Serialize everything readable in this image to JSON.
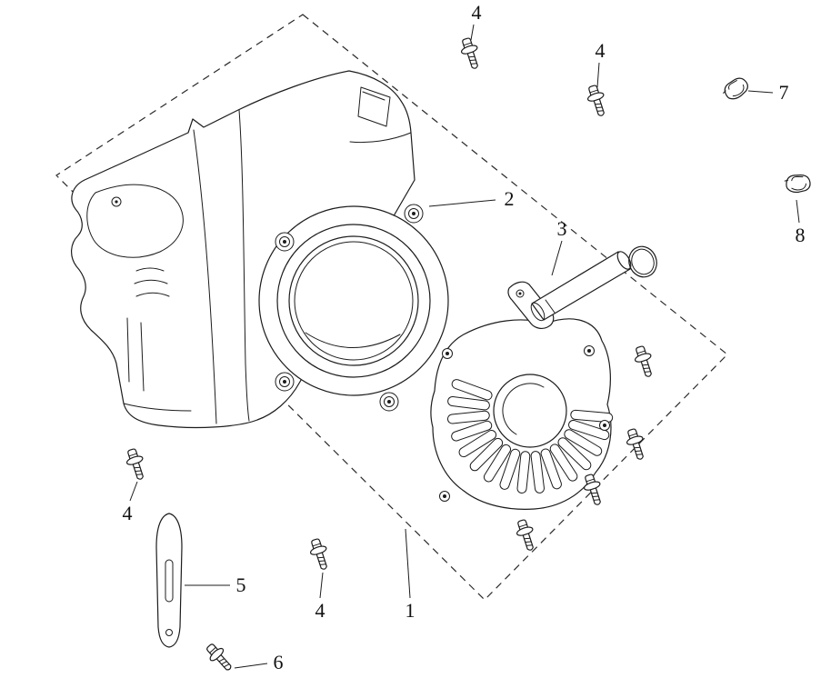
{
  "colors": {
    "background": "#ffffff",
    "line": "#1c1c1c"
  },
  "callouts": [
    {
      "label": "4"
    },
    {
      "label": "4"
    },
    {
      "label": "7"
    },
    {
      "label": "2"
    },
    {
      "label": "3"
    },
    {
      "label": "8"
    },
    {
      "label": "4"
    },
    {
      "label": "5"
    },
    {
      "label": "4"
    },
    {
      "label": "1"
    },
    {
      "label": "6"
    }
  ]
}
